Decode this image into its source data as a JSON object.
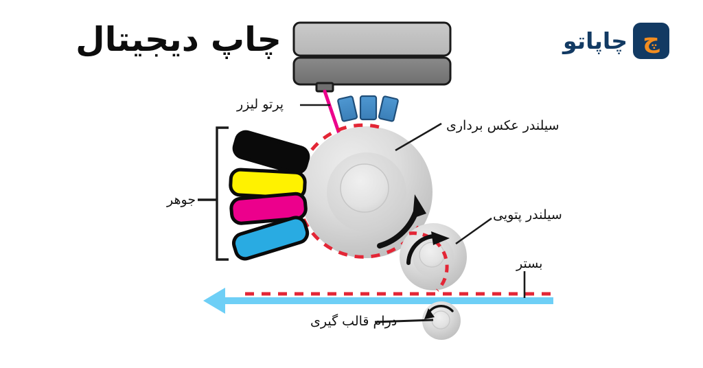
{
  "page": {
    "title": "چاپ دیجیتال",
    "background": "#ffffff"
  },
  "logo": {
    "wordmark": "چاپاتو",
    "mark_glyph": "چ",
    "mark_bg": "#123A63",
    "mark_fg": "#F28D20",
    "word_color": "#123A63"
  },
  "diagram": {
    "type": "digital-printing-press-schematic",
    "labels": {
      "laser_beam": "پرتو لیزر",
      "imaging_cylinder": "سیلندر عکس برداری",
      "blanket_cylinder": "سیلندر پتویی",
      "substrate": "بستر",
      "forming_drum": "درام قالب گیری",
      "ink": "جوهر"
    },
    "ink_colors": [
      {
        "name": "black",
        "hex": "#0a0a0a"
      },
      {
        "name": "yellow",
        "hex": "#FFF200"
      },
      {
        "name": "magenta",
        "hex": "#EC008C"
      },
      {
        "name": "cyan",
        "hex": "#29ABE2"
      }
    ],
    "accents": {
      "laser_beam": "#EC008C",
      "dashed_transfer": "#E32636",
      "substrate_arrow": "#6ECFF6",
      "corona_units": "#3D85C6",
      "printhead_top": "#C3C3C3",
      "printhead_bottom": "#7D7D7D",
      "cylinder_body": "#D4D4D4"
    }
  }
}
